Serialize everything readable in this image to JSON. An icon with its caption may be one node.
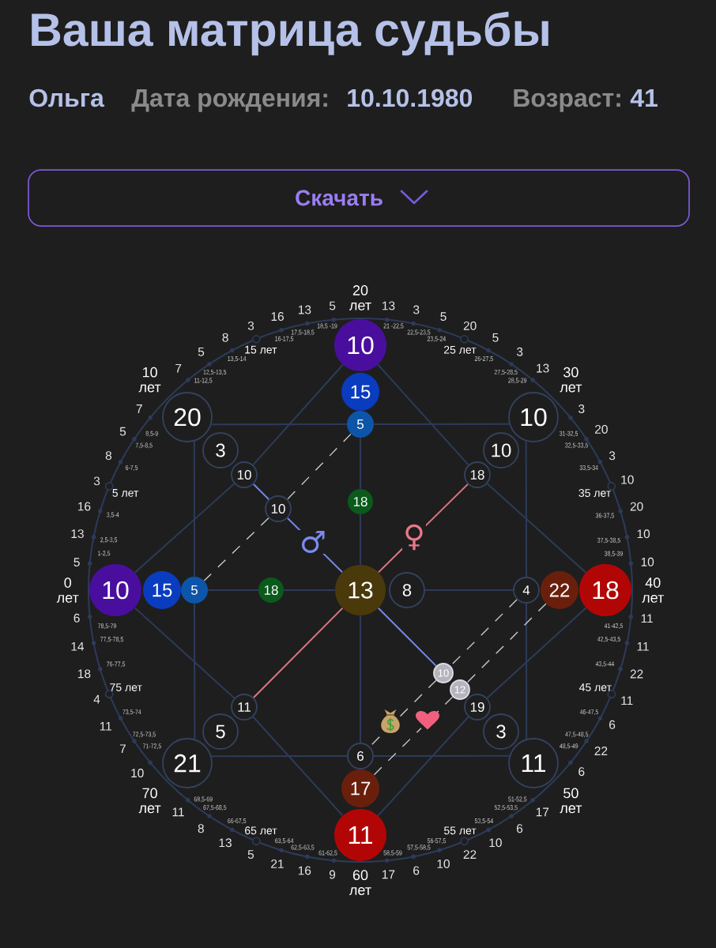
{
  "diagram": {
    "title": "Ваша матрица судьбы",
    "nodes": [
      {
        "text": [
          "Скачать"
        ]
      },
      {
        "text": [
          "10"
        ]
      },
      {
        "text": [
          "15"
        ]
      },
      {
        "text": [
          "20"
        ]
      },
      {
        "text": [
          "10"
        ]
      },
      {
        "text": [
          "5"
        ]
      },
      {
        "text": [
          "3"
        ]
      },
      {
        "text": [
          "10"
        ]
      },
      {
        "text": [
          "10"
        ]
      },
      {
        "text": [
          "18"
        ]
      },
      {
        "text": [
          "18"
        ]
      },
      {
        "text": [
          "10"
        ]
      },
      {
        "text": [
          "10"
        ]
      },
      {
        "text": [
          "15"
        ]
      },
      {
        "text": [
          "5"
        ]
      },
      {
        "text": [
          "18"
        ]
      },
      {
        "text": [
          "13"
        ]
      },
      {
        "text": [
          "8"
        ]
      },
      {
        "text": [
          "4"
        ]
      },
      {
        "text": [
          "22"
        ]
      },
      {
        "text": [
          "18"
        ]
      },
      {
        "text": [
          "10"
        ]
      },
      {
        "text": [
          "12"
        ]
      },
      {
        "text": [
          "11"
        ]
      },
      {
        "text": [
          "19"
        ]
      },
      {
        "text": [
          "5"
        ]
      },
      {
        "text": [
          "3"
        ]
      },
      {
        "text": [
          "6"
        ]
      },
      {
        "text": [
          "21"
        ]
      },
      {
        "text": [
          "11"
        ]
      },
      {
        "text": [
          "17"
        ]
      },
      {
        "text": [
          "11"
        ]
      }
    ],
    "edges": [
      {
        "from": 3,
        "to": 5,
        "arrow": "none"
      },
      {
        "from": 5,
        "to": 4,
        "arrow": "none"
      },
      {
        "from": 3,
        "to": 14,
        "arrow": "none"
      },
      {
        "from": 14,
        "to": 28,
        "arrow": "none"
      },
      {
        "from": 4,
        "to": 18,
        "arrow": "none"
      },
      {
        "from": 18,
        "to": 29,
        "arrow": "none"
      },
      {
        "from": 28,
        "to": 27,
        "arrow": "none"
      },
      {
        "from": 27,
        "to": 29,
        "arrow": "none"
      },
      {
        "from": 12,
        "to": 8,
        "arrow": "none"
      },
      {
        "from": 8,
        "to": 1,
        "arrow": "none"
      },
      {
        "from": 1,
        "to": 9,
        "arrow": "none"
      },
      {
        "from": 9,
        "to": 20,
        "arrow": "none"
      },
      {
        "from": 20,
        "to": 24,
        "arrow": "none"
      },
      {
        "from": 24,
        "to": 31,
        "arrow": "none"
      },
      {
        "from": 31,
        "to": 23,
        "arrow": "none"
      },
      {
        "from": 23,
        "to": 12,
        "arrow": "none"
      },
      {
        "from": 5,
        "to": 10,
        "arrow": "none"
      },
      {
        "from": 10,
        "to": 16,
        "arrow": "none"
      },
      {
        "from": 16,
        "to": 27,
        "arrow": "none"
      },
      {
        "from": 14,
        "to": 15,
        "arrow": "none"
      },
      {
        "from": 15,
        "to": 16,
        "arrow": "none"
      },
      {
        "from": 17,
        "to": 18,
        "arrow": "none"
      },
      {
        "from": 8,
        "to": 11,
        "arrow": "none",
        "color": "#7585e8"
      },
      {
        "from": 11,
        "to": 16,
        "arrow": "none",
        "color": "#7585e8"
      },
      {
        "from": 16,
        "to": 21,
        "arrow": "none",
        "color": "#7585e8"
      },
      {
        "from": 9,
        "to": 16,
        "arrow": "none",
        "color": "#e07585"
      },
      {
        "from": 16,
        "to": 23,
        "arrow": "none",
        "color": "#e07585"
      },
      {
        "from": 5,
        "to": 11,
        "arrow": "none",
        "style": "dashed",
        "color": "#cfcfcf"
      },
      {
        "from": 11,
        "to": 14,
        "arrow": "none",
        "style": "dashed",
        "color": "#cfcfcf"
      },
      {
        "from": 18,
        "to": 21,
        "arrow": "none",
        "style": "dashed",
        "color": "#cfcfcf"
      },
      {
        "from": 21,
        "to": 27,
        "arrow": "none",
        "style": "dashed",
        "color": "#cfcfcf"
      },
      {
        "from": 19,
        "to": 22,
        "arrow": "none",
        "style": "dashed",
        "color": "#cfcfcf"
      },
      {
        "from": 22,
        "to": 30,
        "arrow": "none",
        "style": "dashed",
        "color": "#cfcfcf"
      }
    ],
    "labels": [
      "Ольга",
      "Дата рождения:",
      "10.10.1980",
      "Возраст:",
      "41",
      "0 лет",
      "5",
      "1-2,5",
      "13",
      "2,5-3,5",
      "16",
      "3,5-4",
      "3",
      "5 лет",
      "8",
      "6-7,5",
      "5",
      "7,5-8,5",
      "7",
      "8,5-9",
      "10 лет",
      "7",
      "11-12,5",
      "5",
      "12,5-13,5",
      "8",
      "13,5-14",
      "3",
      "15 лет",
      "16",
      "16-17,5",
      "13",
      "17,5-18,5",
      "5",
      "18,5 -19",
      "20 лет",
      "13",
      "21 -22,5",
      "3",
      "22,5-23,5",
      "5",
      "23,5-24",
      "20",
      "25 лет",
      "5",
      "26-27,5",
      "3",
      "27,5-28,5",
      "13",
      "28,5-29",
      "30 лет",
      "3",
      "31-32,5",
      "20",
      "32,5-33,5",
      "3",
      "33,5-34",
      "10",
      "35 лет",
      "20",
      "36-37,5",
      "10",
      "37,5-38,5",
      "10",
      "38,5-39",
      "40 лет",
      "11",
      "41-42,5",
      "11",
      "42,5-43,5",
      "22",
      "43,5-44",
      "11",
      "45 лет",
      "6",
      "46-47,5",
      "22",
      "47,5-48,5",
      "6",
      "48,5-49",
      "50 лет",
      "17",
      "51-52,5",
      "6",
      "52,5-53,5",
      "10",
      "53,5-54",
      "22",
      "55 лет",
      "10",
      "56-57,5",
      "6",
      "57,5-58,5",
      "17",
      "58,5-59",
      "60 лет",
      "9",
      "61-62,5",
      "16",
      "62,5-63,5",
      "21",
      "63,5-64",
      "5",
      "65 лет",
      "13",
      "66-67,5",
      "8",
      "67,5-68,5",
      "11",
      "68,5-69",
      "70 лет",
      "10",
      "71-72,5",
      "7",
      "72,5-73,5",
      "11",
      "73,5-74",
      "4",
      "75 лет",
      "18",
      "76-77,5",
      "14",
      "77,5-78,5",
      "6",
      "78,5-79",
      "♂",
      "♀"
    ]
  }
}
